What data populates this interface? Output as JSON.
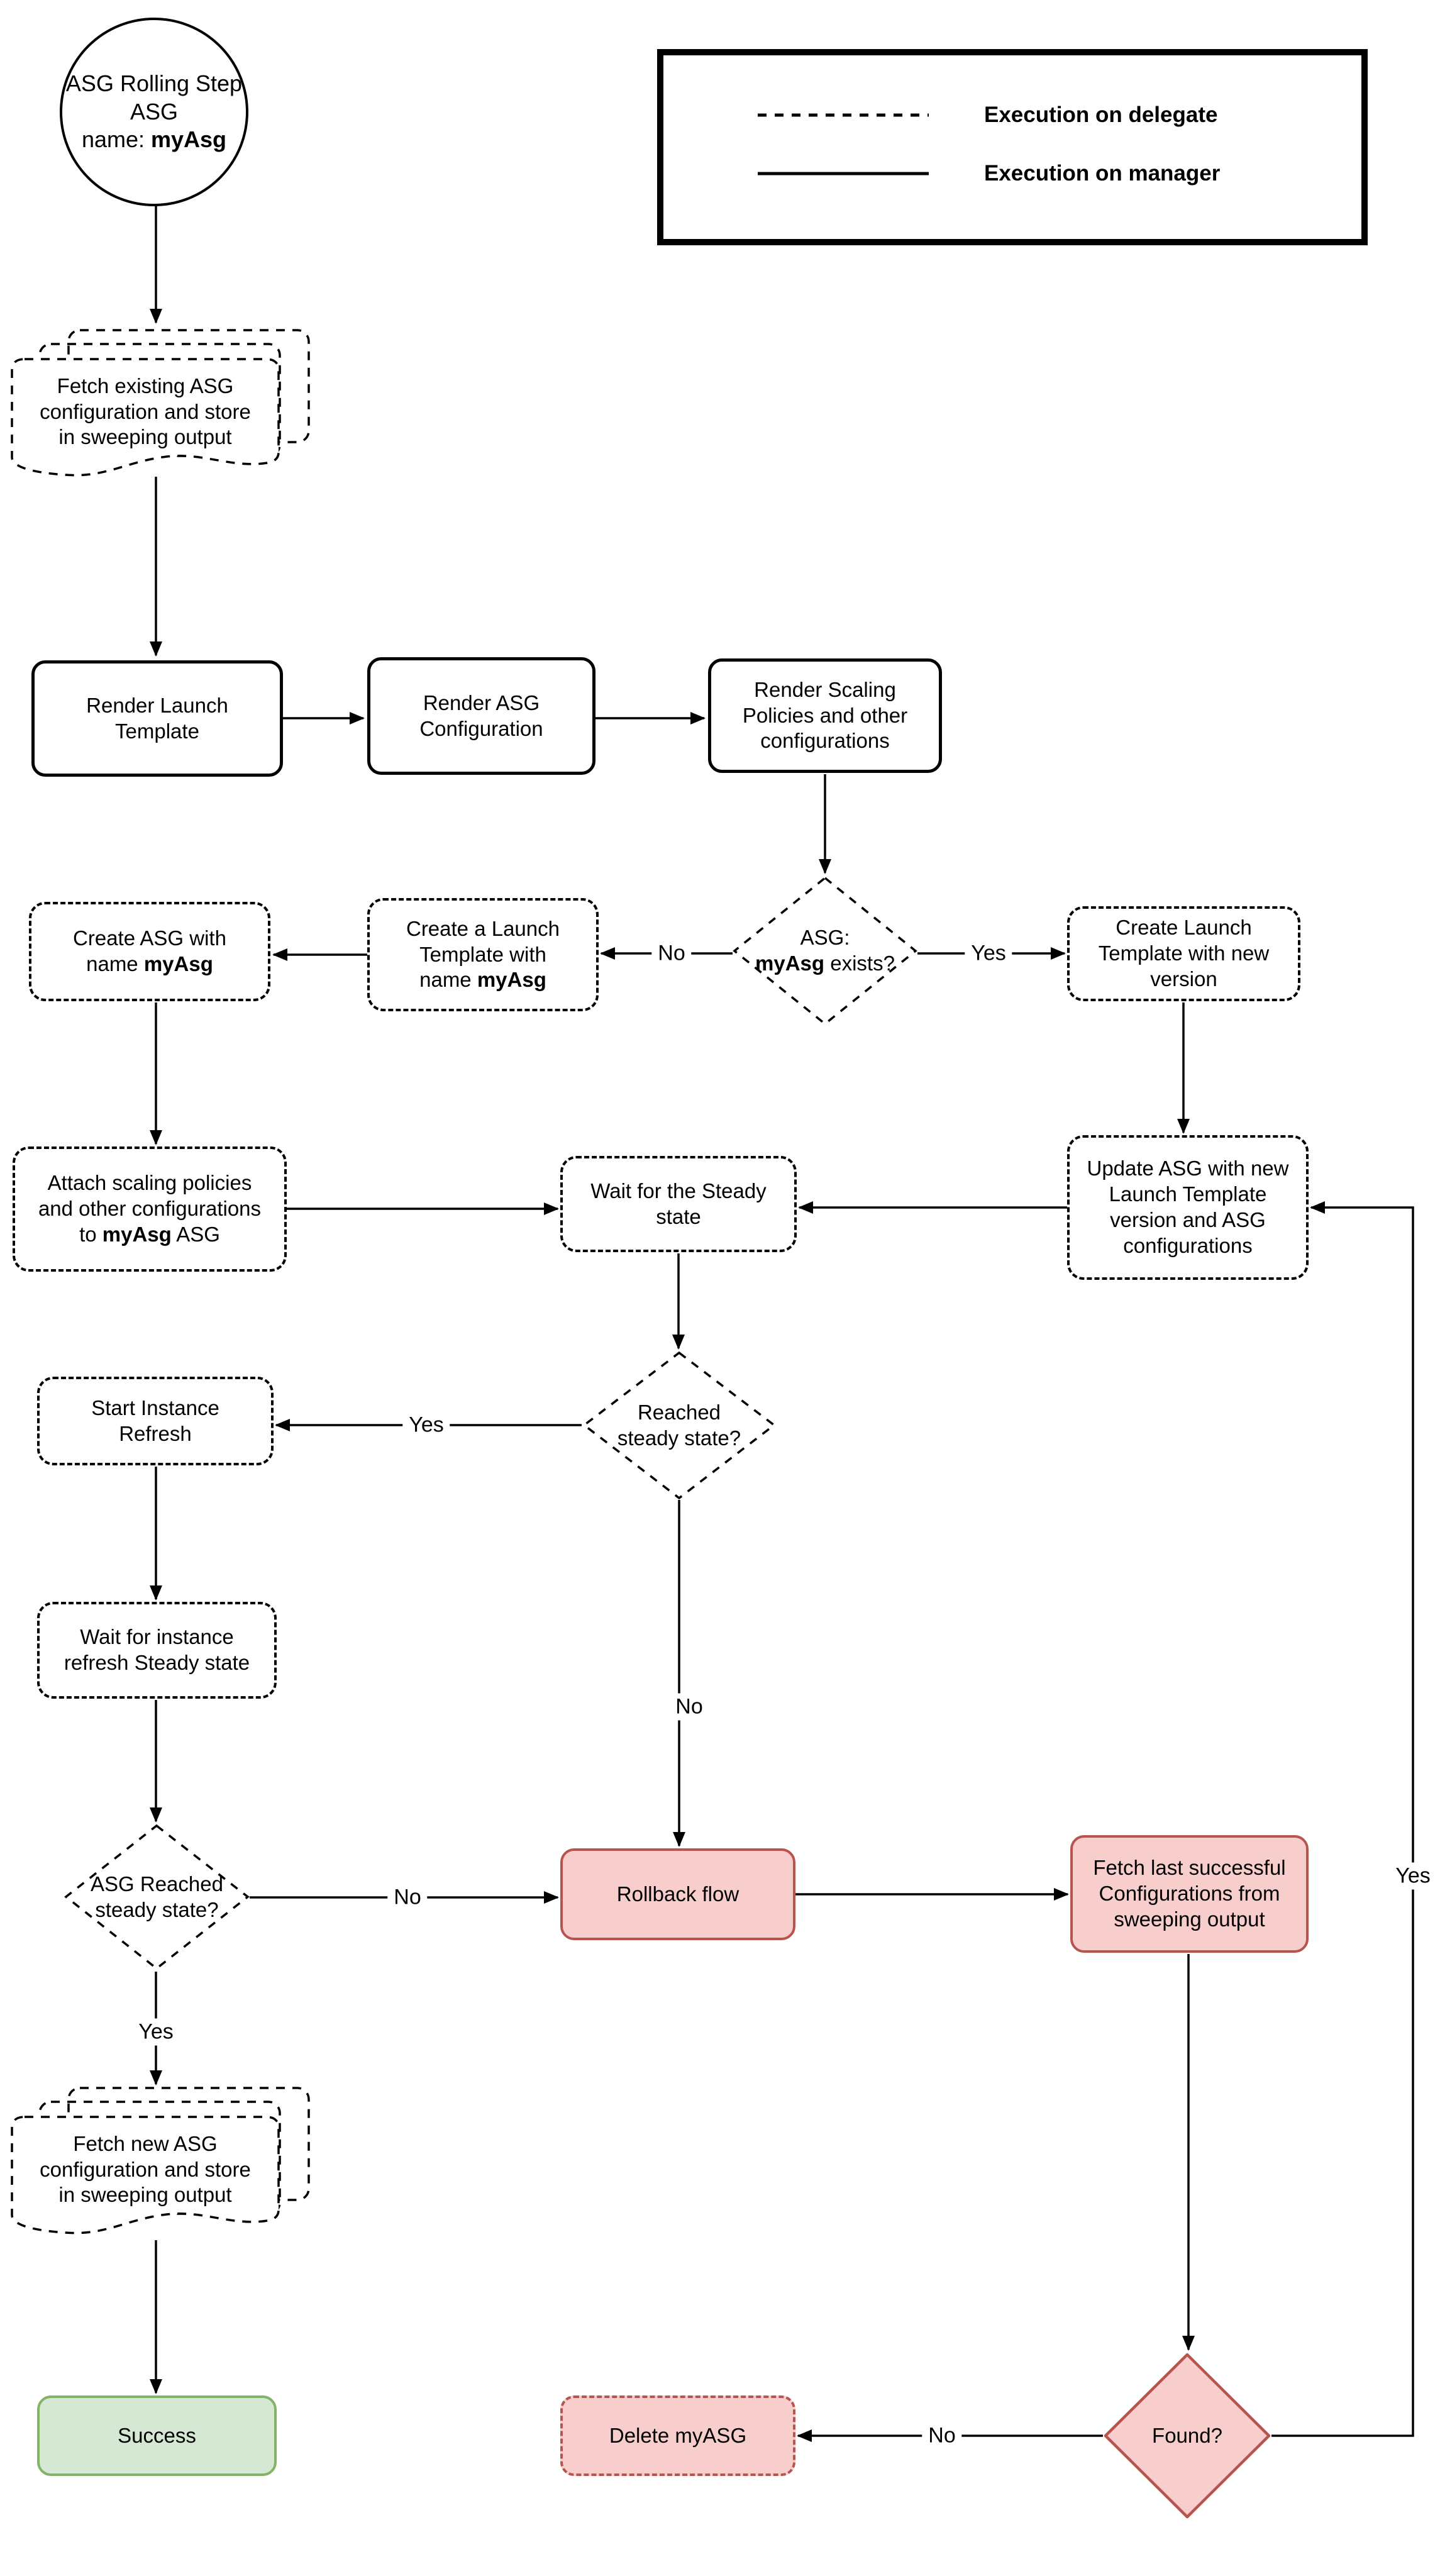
{
  "legend": {
    "delegate_label": "Execution on delegate",
    "manager_label": "Execution on manager"
  },
  "nodes": {
    "start": {
      "line1": "ASG Rolling Step",
      "line2": "ASG",
      "line3_prefix": "name: ",
      "line3_bold": "myAsg"
    },
    "fetch_existing": {
      "lines": [
        "Fetch existing ASG",
        "configuration and store",
        "in sweeping output"
      ]
    },
    "render_launch": {
      "lines": [
        "Render Launch",
        "Template"
      ]
    },
    "render_asg": {
      "lines": [
        "Render ASG",
        "Configuration"
      ]
    },
    "render_scaling": {
      "lines": [
        "Render Scaling",
        "Policies and other",
        "configurations"
      ]
    },
    "asg_exists": {
      "line1": "ASG:",
      "line2_bold": "myAsg",
      "line2_suffix": " exists?"
    },
    "create_launch_new": {
      "lines": [
        "Create Launch",
        "Template with new",
        "version"
      ]
    },
    "create_launch_named": {
      "line1": "Create a Launch",
      "line2": "Template with",
      "line3_prefix": "name ",
      "line3_bold": "myAsg"
    },
    "create_asg": {
      "line1": "Create ASG with",
      "line2_prefix": "name ",
      "line2_bold": "myAsg"
    },
    "update_asg": {
      "lines": [
        "Update ASG with new",
        "Launch Template",
        "version and ASG",
        "configurations"
      ]
    },
    "wait_steady": {
      "lines": [
        "Wait for the Steady",
        "state"
      ]
    },
    "attach": {
      "line1": "Attach scaling policies",
      "line2": "and other configurations",
      "line3_prefix": "to ",
      "line3_bold": "myAsg",
      "line3_suffix": " ASG"
    },
    "reached_steady": {
      "lines": [
        "Reached",
        "steady state?"
      ]
    },
    "start_refresh": {
      "lines": [
        "Start Instance",
        "Refresh"
      ]
    },
    "wait_refresh": {
      "lines": [
        "Wait for instance",
        "refresh Steady state"
      ]
    },
    "asg_reached": {
      "lines": [
        "ASG Reached",
        "steady state?"
      ]
    },
    "rollback": {
      "text": "Rollback flow"
    },
    "fetch_last": {
      "lines": [
        "Fetch last successful",
        "Configurations from",
        "sweeping output"
      ]
    },
    "fetch_new": {
      "lines": [
        "Fetch new ASG",
        "configuration and store",
        "in sweeping output"
      ]
    },
    "success": {
      "text": "Success"
    },
    "delete_asg": {
      "text": "Delete myASG"
    },
    "found": {
      "text": "Found?"
    }
  },
  "edge_labels": {
    "asg_exists_no": "No",
    "asg_exists_yes": "Yes",
    "reached_yes": "Yes",
    "reached_no": "No",
    "asg_reached_no": "No",
    "asg_reached_yes": "Yes",
    "found_no": "No",
    "found_yes": "Yes"
  },
  "colors": {
    "line": "#000000",
    "node_fill": "#ffffff",
    "danger_fill": "#f8cecc",
    "danger_border": "#b85450",
    "success_fill": "#d5e8d4",
    "success_border": "#82b366"
  }
}
